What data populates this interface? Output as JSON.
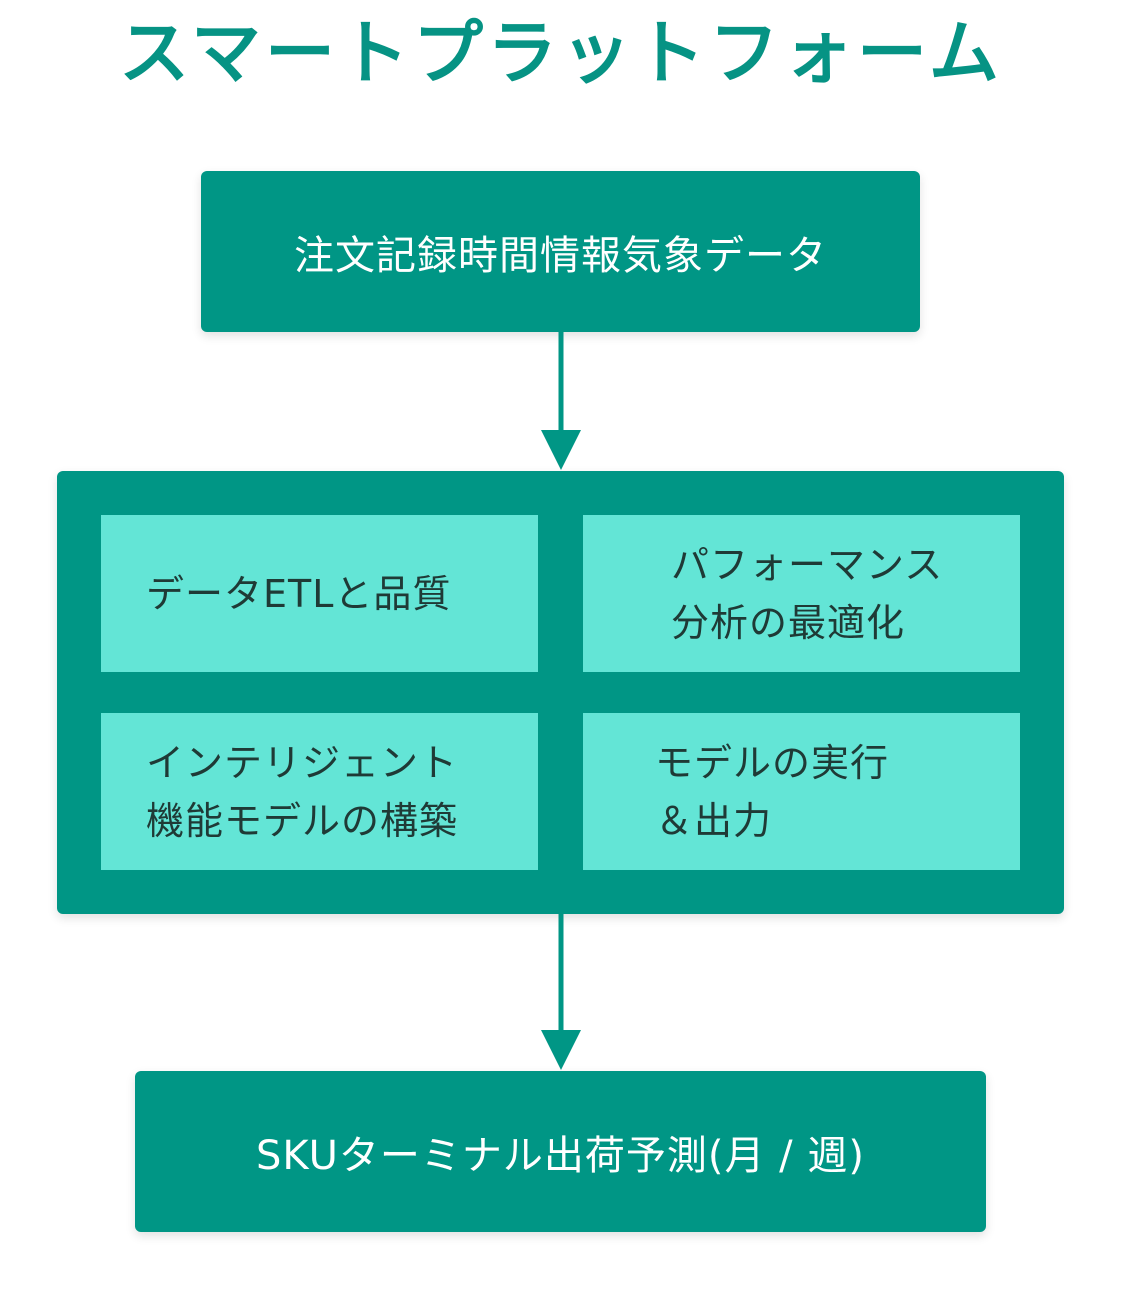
{
  "title": "スマートプラットフォーム",
  "input_box": {
    "label": "注文記録時間情報気象データ"
  },
  "platform": {
    "cells": [
      {
        "lines": [
          "データETLと品質"
        ]
      },
      {
        "lines": [
          "パフォーマンス",
          "分析の最適化"
        ]
      },
      {
        "lines": [
          "インテリジェント",
          "機能モデルの構築"
        ]
      },
      {
        "lines": [
          "モデルの実行",
          "＆出力"
        ]
      }
    ]
  },
  "output_box": {
    "label": "SKUターミナル出荷予測(月 / 週)"
  },
  "colors": {
    "primary": "#009685",
    "title": "#069384",
    "cell": "#63e5d6",
    "cell_text": "#1f3a36"
  }
}
